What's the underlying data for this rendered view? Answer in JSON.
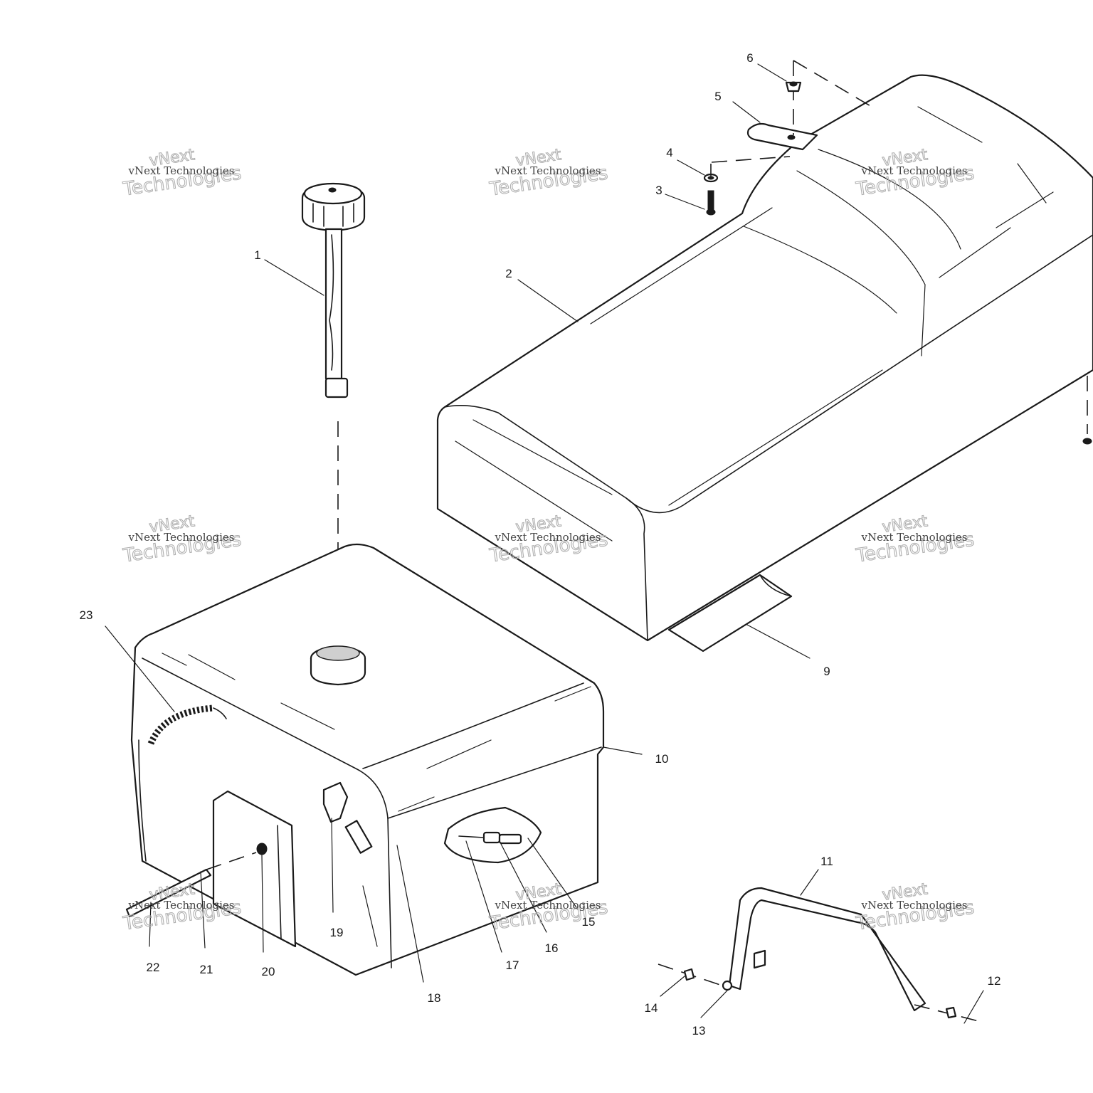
{
  "diagram": {
    "callouts": [
      {
        "id": "1",
        "label": "1"
      },
      {
        "id": "2",
        "label": "2"
      },
      {
        "id": "3",
        "label": "3"
      },
      {
        "id": "4",
        "label": "4"
      },
      {
        "id": "5",
        "label": "5"
      },
      {
        "id": "6",
        "label": "6"
      },
      {
        "id": "9",
        "label": "9"
      },
      {
        "id": "10",
        "label": "10"
      },
      {
        "id": "11",
        "label": "11"
      },
      {
        "id": "12",
        "label": "12"
      },
      {
        "id": "13",
        "label": "13"
      },
      {
        "id": "14",
        "label": "14"
      },
      {
        "id": "15",
        "label": "15"
      },
      {
        "id": "16",
        "label": "16"
      },
      {
        "id": "17",
        "label": "17"
      },
      {
        "id": "18",
        "label": "18"
      },
      {
        "id": "19",
        "label": "19"
      },
      {
        "id": "20",
        "label": "20"
      },
      {
        "id": "21",
        "label": "21"
      },
      {
        "id": "22",
        "label": "22"
      },
      {
        "id": "23",
        "label": "23"
      }
    ]
  },
  "watermark": {
    "line1": "vNext Technologies",
    "line2": "vNext",
    "line3": "Technologies"
  }
}
